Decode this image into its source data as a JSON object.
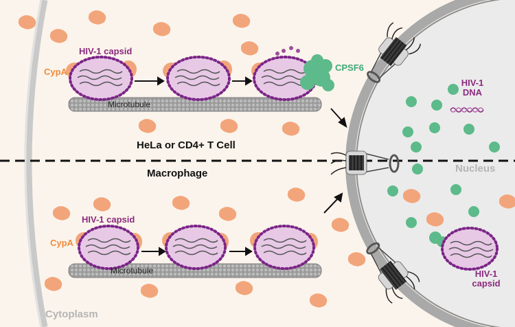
{
  "labels": {
    "capsid_top": "HIV-1 capsid",
    "cypa_top": "CypA",
    "cpsf6": "CPSF6",
    "microtubule_top": "Microtubule",
    "hiv1_dna_line1": "HIV-1",
    "hiv1_dna_line2": "DNA",
    "hela_cd4": "HeLa or CD4+ T Cell",
    "macrophage": "Macrophage",
    "nucleus": "Nucleus",
    "capsid_bottom": "HIV-1 capsid",
    "cypa_bottom": "CypA",
    "microtubule_bottom": "Microtubule",
    "capsid_nuclear_line1": "HIV-1",
    "capsid_nuclear_line2": "capsid",
    "cytoplasm": "Cytoplasm"
  },
  "colors": {
    "cytoplasm": "#fbf4ec",
    "nucleus_bg": "#ebebeb",
    "envelope": "#a9a9a9",
    "capsid_fill": "#e7c9e6",
    "capsid_dots": "#7b2587",
    "cypa": "#f2a57a",
    "cpsf6": "#5dba8a",
    "microtubule": "#8d8d8d"
  }
}
